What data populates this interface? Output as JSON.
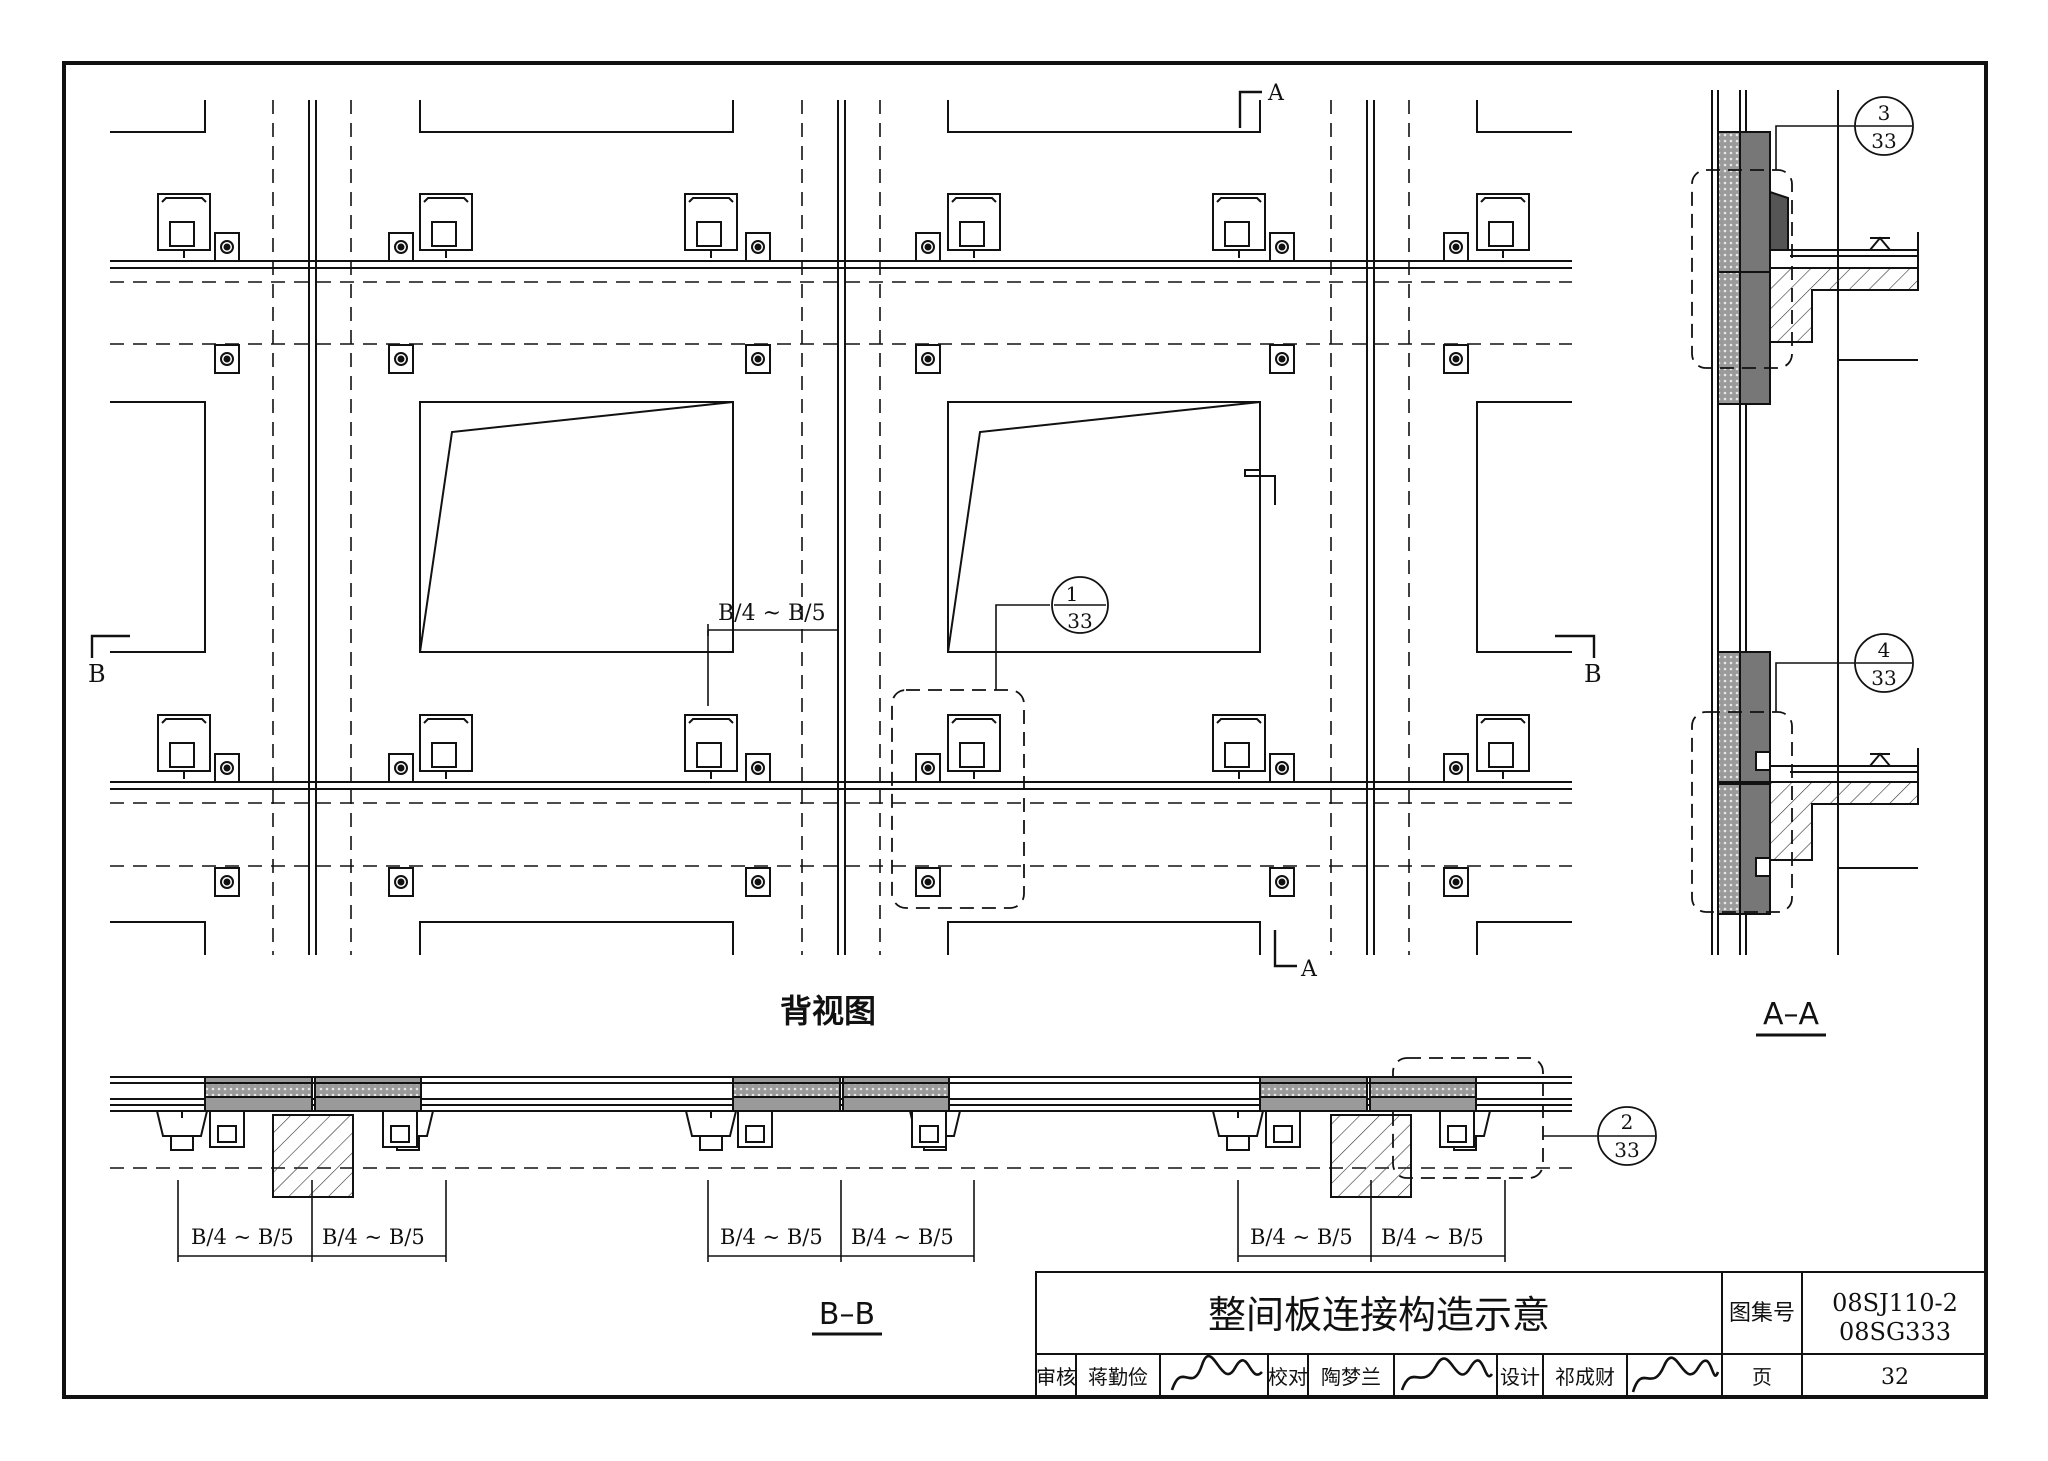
{
  "back_view": {
    "title": "背视图",
    "dim_label": "B/4 ~ B/5",
    "section_mark_a": "A",
    "section_mark_b": "B",
    "callout_1": {
      "num": "1",
      "sheet": "33"
    }
  },
  "section_aa": {
    "title": "A–A",
    "callout_3": {
      "num": "3",
      "sheet": "33"
    },
    "callout_4": {
      "num": "4",
      "sheet": "33"
    }
  },
  "section_bb": {
    "title": "B–B",
    "dim_label": "B/4 ~ B/5",
    "callout_2": {
      "num": "2",
      "sheet": "33"
    }
  },
  "title_block": {
    "drawing_title": "整间板连接构造示意",
    "atlas_label": "图集号",
    "atlas_no_1": "08SJ110-2",
    "atlas_no_2": "08SG333",
    "review_label": "审核",
    "review_name": "蒋勤俭",
    "check_label": "校对",
    "check_name": "陶梦兰",
    "design_label": "设计",
    "design_name": "祁成财",
    "page_label": "页",
    "page_no": "32"
  }
}
